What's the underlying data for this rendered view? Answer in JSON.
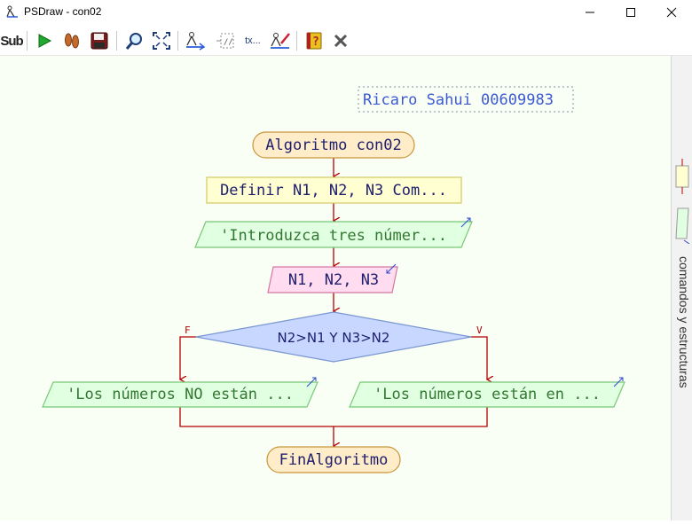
{
  "window": {
    "title": "PSDraw - con02"
  },
  "toolbar": {
    "buttons": [
      {
        "icon": "sub-icon",
        "label": "Sub"
      },
      {
        "icon": "run-icon"
      },
      {
        "icon": "step-icon"
      },
      {
        "icon": "save-icon"
      },
      {
        "icon": "zoom-icon"
      },
      {
        "icon": "fit-icon"
      },
      {
        "icon": "auto-layout-icon"
      },
      {
        "icon": "comment-icon"
      },
      {
        "icon": "text-icon",
        "label": "tx..."
      },
      {
        "icon": "edit-icon"
      },
      {
        "icon": "help-icon"
      },
      {
        "icon": "close-icon"
      }
    ]
  },
  "flowchart": {
    "author_note": "Ricaro Sahui 00609983",
    "start": "Algoritmo con02",
    "define": "Definir N1, N2, N3 Com...",
    "output_prompt": "'Introduzca tres númer...",
    "input_vars": "N1, N2, N3",
    "condition": "N2>N1 Y N3>N2",
    "false_label": "F",
    "true_label": "V",
    "false_output": "'Los números NO están ...",
    "true_output": "'Los números están en ...",
    "end": "FinAlgoritmo"
  },
  "sidepanel": {
    "label": "comandos y estructuras"
  },
  "colors": {
    "arrow": "#b40000",
    "terminal_fill": "#ffecc8",
    "terminal_stroke": "#c8963c",
    "process_fill": "#ffffd2",
    "process_stroke": "#d2c864",
    "output_fill": "#e1ffe1",
    "output_stroke": "#78c878",
    "input_fill": "#ffdcf0",
    "input_stroke": "#d278a0",
    "decision_fill": "#c8d7ff",
    "decision_stroke": "#7896d2",
    "text": "#1e1e6e",
    "note_text": "#3c5ad2"
  }
}
